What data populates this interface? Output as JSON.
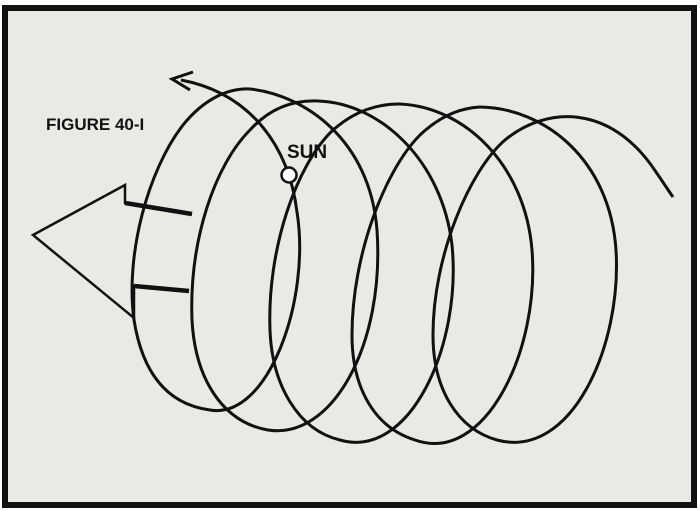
{
  "figure": {
    "label": "FIGURE 40-I",
    "sun_label": "SUN",
    "colors": {
      "background": "#e9eae4",
      "frame": "#111111",
      "stroke": "#111111",
      "sun_fill": "#ffffff"
    },
    "icons": {
      "direction_arrow": "large-left-arrow-icon",
      "sun": "sun-circle-icon",
      "orbit": "helix-spiral-path"
    }
  }
}
